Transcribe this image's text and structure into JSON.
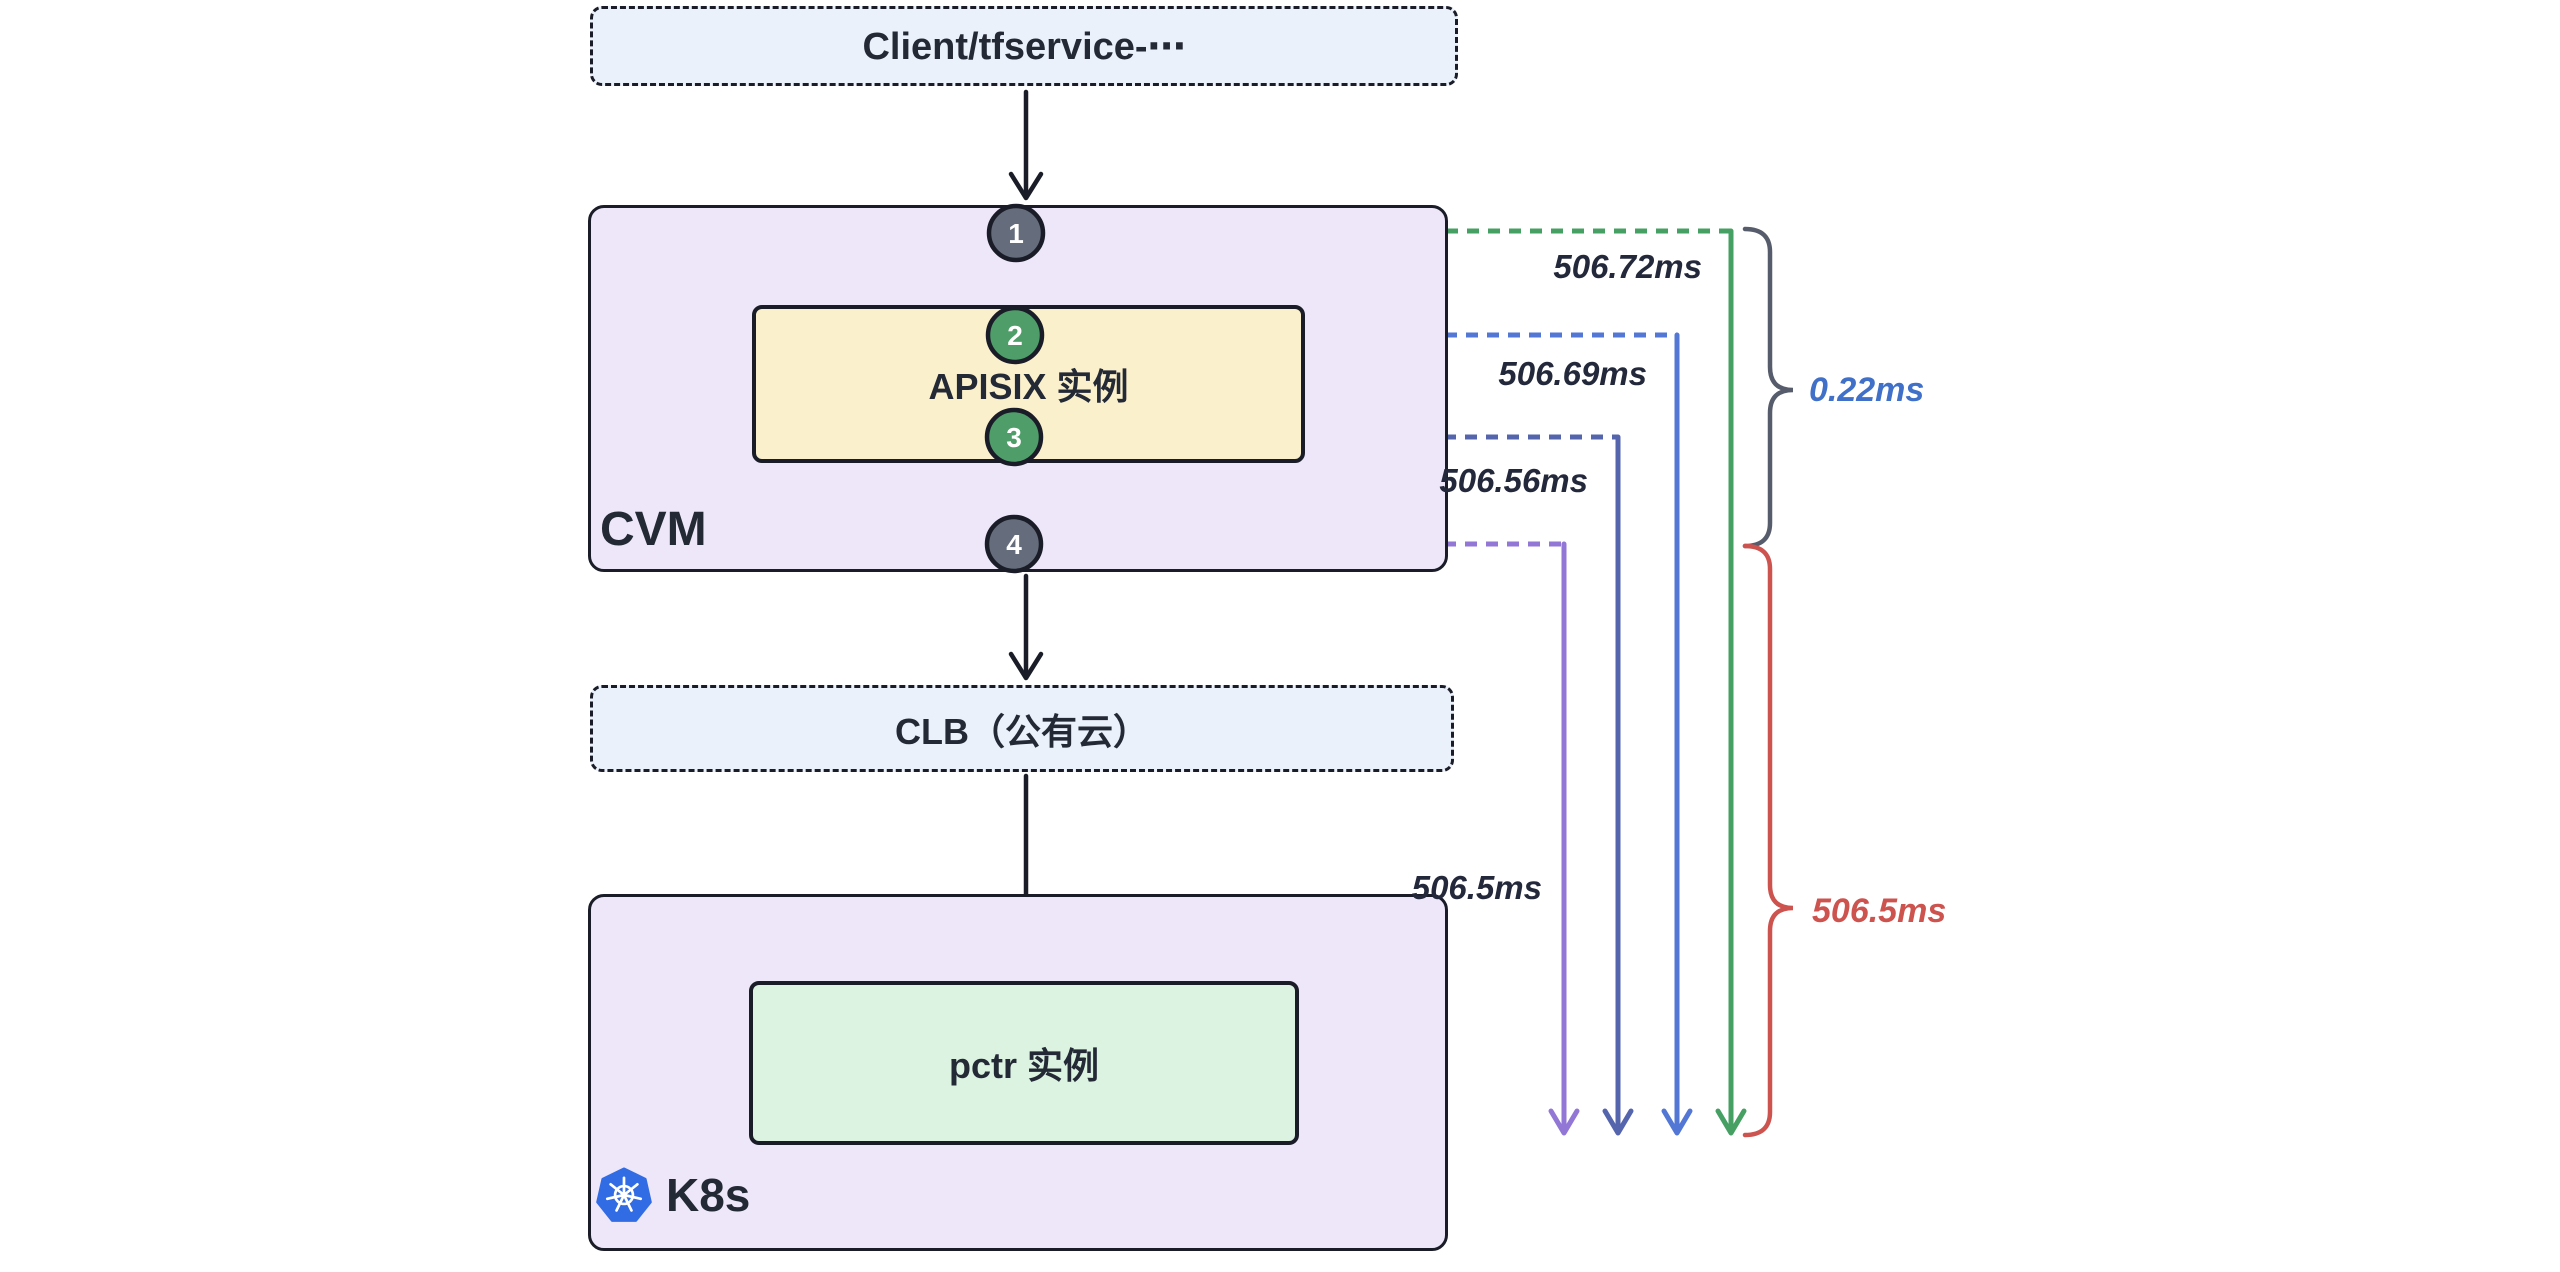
{
  "palette": {
    "ink": "#1a1d28",
    "lavender_fill": "#EDE7F9",
    "light_blue_fill": "#EBF1FB",
    "yellow_fill": "#FBF0CC",
    "green_fill": "#DCF3E1",
    "k8s_blue": "#326CE5",
    "timing_text": "#23283a"
  },
  "nodes": {
    "client": {
      "label": "Client/tfservice-⋯"
    },
    "cvm": {
      "label": "CVM"
    },
    "apisix": {
      "label": "APISIX 实例"
    },
    "clb": {
      "label": "CLB（公有云）"
    },
    "k8s": {
      "label": "K8s"
    },
    "pctr": {
      "label": "pctr 实例"
    }
  },
  "steps": [
    {
      "number": "1",
      "fill": "#656c7c"
    },
    {
      "number": "2",
      "fill": "#4f9e69"
    },
    {
      "number": "3",
      "fill": "#4f9e69"
    },
    {
      "number": "4",
      "fill": "#656c7c"
    }
  ],
  "connectors": [
    {
      "name": "step1-latency-line",
      "color": "#47a063"
    },
    {
      "name": "step2-latency-line",
      "color": "#5377d4"
    },
    {
      "name": "step3-latency-line",
      "color": "#5565ad"
    },
    {
      "name": "step4-latency-line",
      "color": "#9277d6"
    }
  ],
  "timings": [
    {
      "label": "506.72ms"
    },
    {
      "label": "506.69ms"
    },
    {
      "label": "506.56ms"
    },
    {
      "label": "506.5ms"
    }
  ],
  "braces": [
    {
      "label": "0.22ms",
      "label_color": "#4070c8",
      "brace_color": "#565c6b"
    },
    {
      "label": "506.5ms",
      "label_color": "#cd534f",
      "brace_color": "#cd534f"
    }
  ]
}
